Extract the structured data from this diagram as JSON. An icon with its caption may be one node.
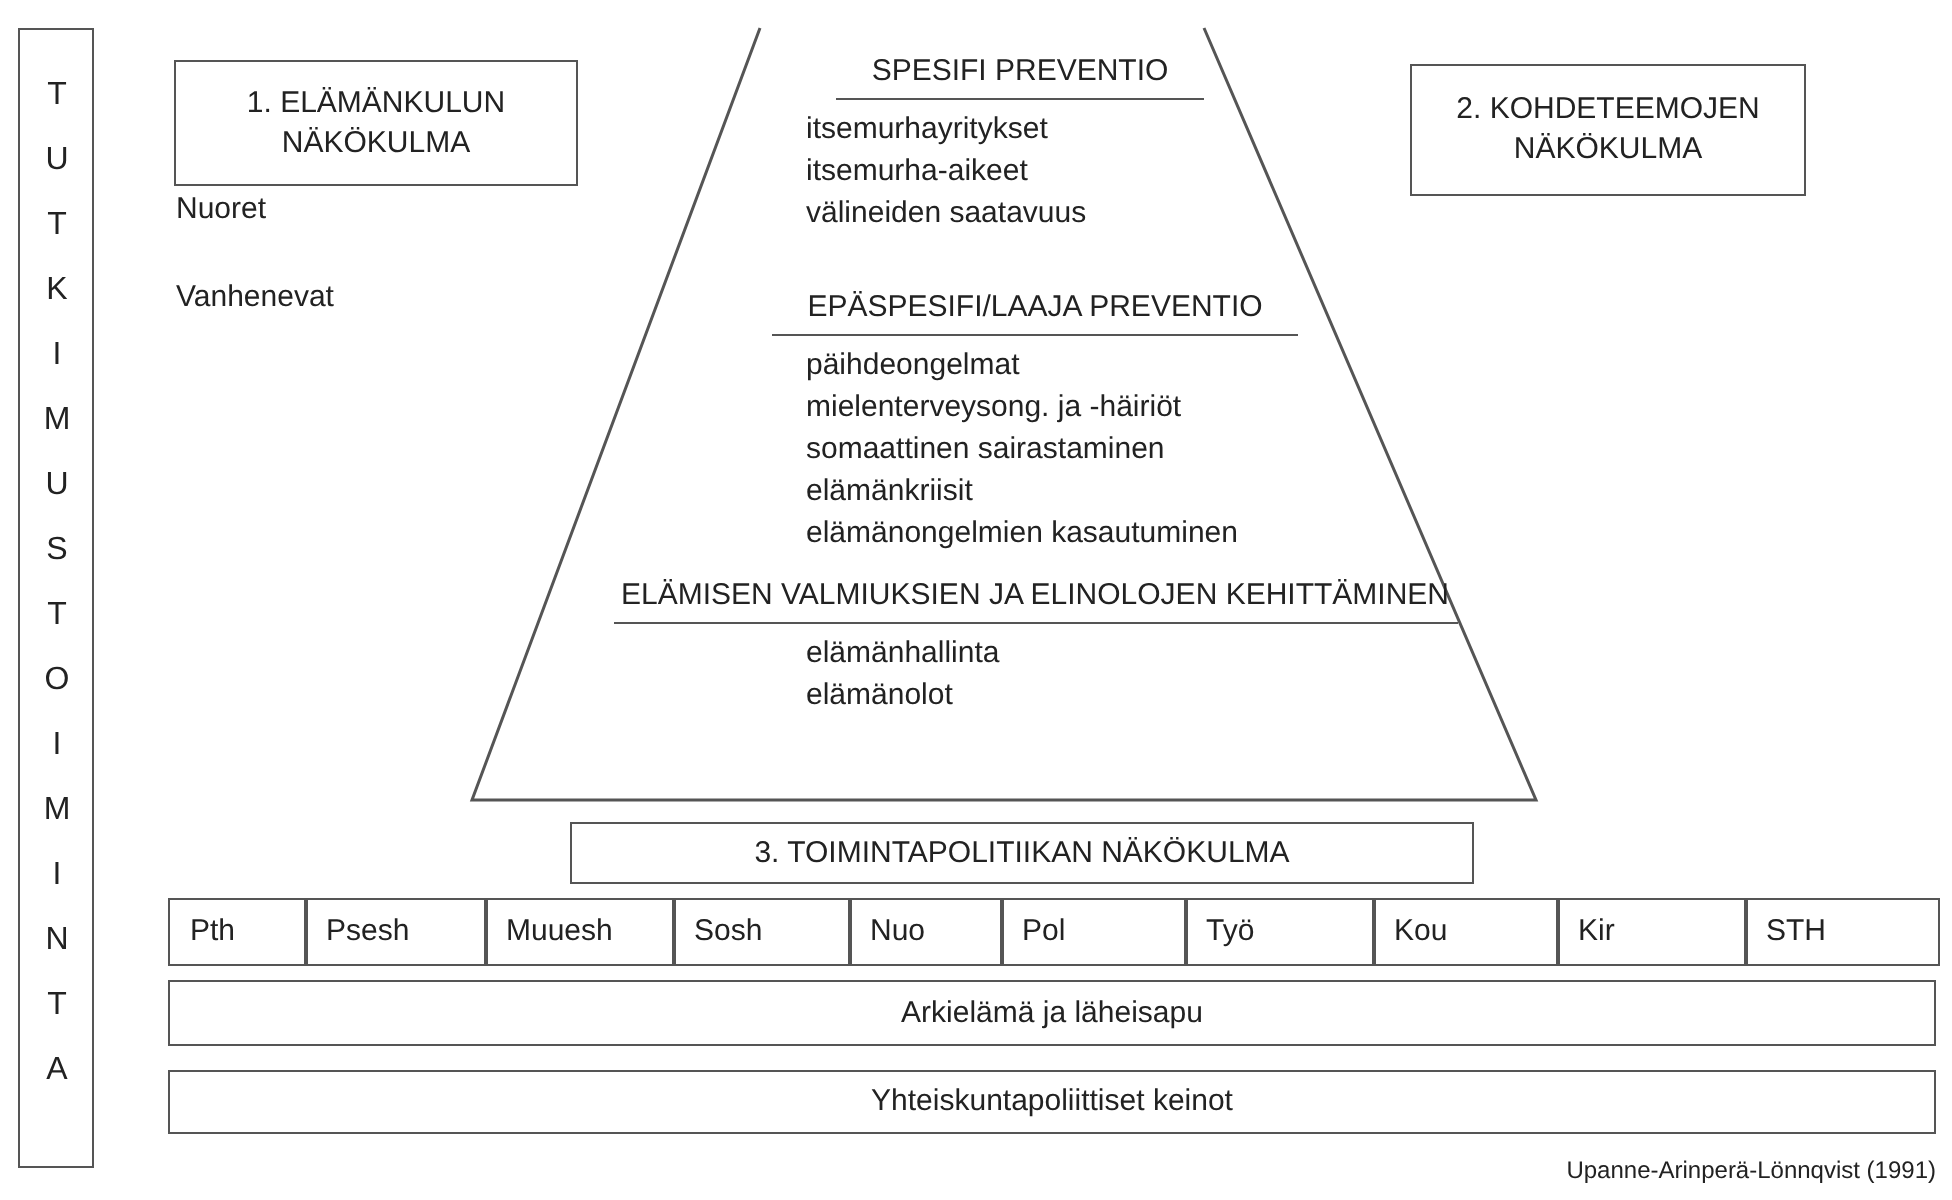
{
  "diagram": {
    "caption": "Upanne-Arinperä-Lönnqvist (1991)",
    "nodes": [
      {
        "text": [
          "TUTKIMUSTOIMINTA"
        ]
      },
      {
        "text": [
          "1. ELÄMÄNKULUN NÄKÖKULMA"
        ]
      },
      {
        "text": [
          "2. KOHDETEEMOJEN NÄKÖKULMA"
        ]
      },
      {
        "text": [],
        "shape": "trapezoid"
      },
      {
        "text": [
          "SPESIFI PREVENTIO",
          "itsemurhayritykset",
          "itsemurha-aikeet",
          "välineiden saatavuus"
        ],
        "in": 3
      },
      {
        "text": [
          "EPÄSPESIFI/LAAJA PREVENTIO",
          "päihdeongelmat",
          "mielenterveysong. ja -häiriöt",
          "somaattinen sairastaminen",
          "elämänkriisit",
          "elämänongelmien kasautuminen"
        ],
        "in": 3
      },
      {
        "text": [
          "ELÄMISEN VALMIUKSIEN JA ELINOLOJEN KEHITTÄMINEN",
          "elämänhallinta",
          "elämänolot"
        ],
        "in": 3
      },
      {
        "text": [
          "3. TOIMINTAPOLITIIKAN NÄKÖKULMA"
        ]
      },
      {
        "text": [
          "Pth"
        ]
      },
      {
        "text": [
          "Psesh"
        ]
      },
      {
        "text": [
          "Muuesh"
        ]
      },
      {
        "text": [
          "Sosh"
        ]
      },
      {
        "text": [
          "Nuo"
        ]
      },
      {
        "text": [
          "Pol"
        ]
      },
      {
        "text": [
          "Työ"
        ]
      },
      {
        "text": [
          "Kou"
        ]
      },
      {
        "text": [
          "Kir"
        ]
      },
      {
        "text": [
          "STH"
        ]
      },
      {
        "text": [
          "Arkielämä ja läheisapu"
        ]
      },
      {
        "text": [
          "Yhteiskuntapoliittiset keinot"
        ]
      }
    ],
    "edges": [],
    "labels": [
      "Nuoret",
      "Vanhenevat"
    ]
  }
}
